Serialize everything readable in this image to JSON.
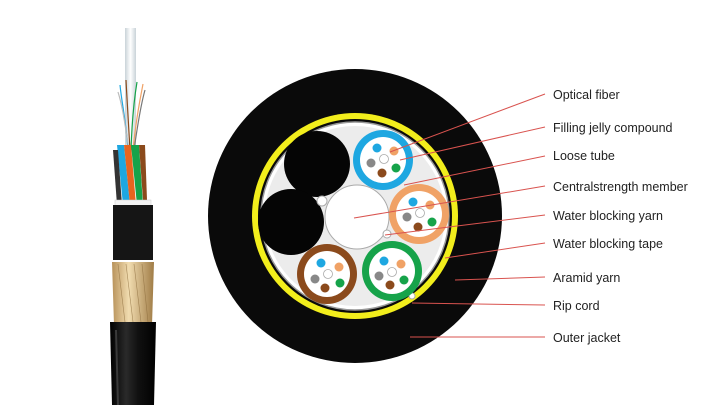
{
  "labels": [
    "Optical fiber",
    "Filling jelly compound",
    "Loose tube",
    "Centralstrength member",
    "Water blocking yarn",
    "Water blocking tape",
    "Aramid yarn",
    "Rip cord",
    "Outer jacket"
  ],
  "colors": {
    "jacket": "#0a0a0a",
    "aramid_ring": "#f2ee1c",
    "leader_line": "#d9534f",
    "tube_blue": "#1ea7e1",
    "tube_orange": "#f0a266",
    "tube_green": "#16a34a",
    "tube_brown": "#8b4a1c",
    "filler": "#050505",
    "aramid_yarn": "#d9b98a"
  },
  "icons": [
    "cable-side-view-illustration",
    "cable-cross-section-illustration"
  ]
}
